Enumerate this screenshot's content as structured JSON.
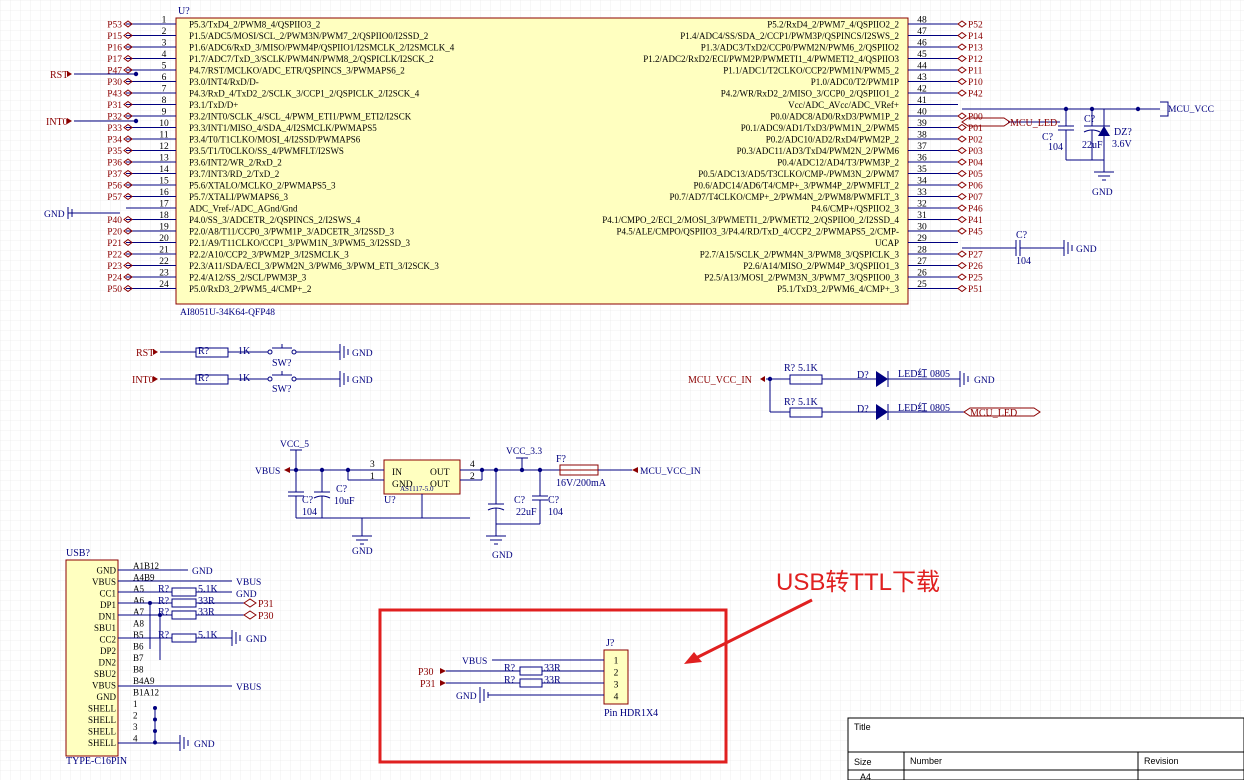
{
  "mcu": {
    "ref": "U?",
    "part": "AI8051U-34K64-QFP48",
    "left_pins": [
      {
        "num": "1",
        "name": "P5.3/TxD4_2/PWM8_4/QSPIIO3_2",
        "net": "P53"
      },
      {
        "num": "2",
        "name": "P1.5/ADC5/MOSI/SCL_2/PWM3N/PWM7_2/QSPIIO0/I2SSD_2",
        "net": "P15"
      },
      {
        "num": "3",
        "name": "P1.6/ADC6/RxD_3/MISO/PWM4P/QSPIIO1/I2SMCLK_2/I2SMCLK_4",
        "net": "P16"
      },
      {
        "num": "4",
        "name": "P1.7/ADC7/TxD_3/SCLK/PWM4N/PWM8_2/QSPICLK/I2SCK_2",
        "net": "P17"
      },
      {
        "num": "5",
        "name": "P4.7/RST/MCLKO/ADC_ETR/QSPINCS_3/PWMAPS6_2",
        "net": "P47"
      },
      {
        "num": "6",
        "name": "P3.0/INT4/RxD/D-",
        "net": "P30"
      },
      {
        "num": "7",
        "name": "P4.3/RxD_4/TxD2_2/SCLK_3/CCP1_2/QSPICLK_2/I2SCK_4",
        "net": "P43"
      },
      {
        "num": "8",
        "name": "P3.1/TxD/D+",
        "net": "P31"
      },
      {
        "num": "9",
        "name": "P3.2/INT0/SCLK_4/SCL_4/PWM_ETI1/PWM_ETI2/I2SCK",
        "net": "P32"
      },
      {
        "num": "10",
        "name": "P3.3/INT1/MISO_4/SDA_4/I2SMCLK/PWMAPS5",
        "net": "P33"
      },
      {
        "num": "11",
        "name": "P3.4/T0/T1CLKO/MOSI_4/I2SSD/PWMAPS6",
        "net": "P34"
      },
      {
        "num": "12",
        "name": "P3.5/T1/T0CLKO/SS_4/PWMFLT/I2SWS",
        "net": "P35"
      },
      {
        "num": "13",
        "name": "P3.6/INT2/WR_2/RxD_2",
        "net": "P36"
      },
      {
        "num": "14",
        "name": "P3.7/INT3/RD_2/TxD_2",
        "net": "P37"
      },
      {
        "num": "15",
        "name": "P5.6/XTALO/MCLKO_2/PWMAPS5_3",
        "net": "P56"
      },
      {
        "num": "16",
        "name": "P5.7/XTALI/PWMAPS6_3",
        "net": "P57"
      },
      {
        "num": "17",
        "name": "ADC_Vref-/ADC_AGnd/Gnd",
        "net": ""
      },
      {
        "num": "18",
        "name": "P4.0/SS_3/ADCETR_2/QSPINCS_2/I2SWS_4",
        "net": "P40"
      },
      {
        "num": "19",
        "name": "P2.0/A8/T11/CCP0_3/PWM1P_3/ADCETR_3/I2SSD_3",
        "net": "P20"
      },
      {
        "num": "20",
        "name": "P2.1/A9/T11CLKO/CCP1_3/PWM1N_3/PWM5_3/I2SSD_3",
        "net": "P21"
      },
      {
        "num": "21",
        "name": "P2.2/A10/CCP2_3/PWM2P_3/I2SMCLK_3",
        "net": "P22"
      },
      {
        "num": "22",
        "name": "P2.3/A11/SDA/ECI_3/PWM2N_3/PWM6_3/PWM_ETI_3/I2SCK_3",
        "net": "P23"
      },
      {
        "num": "23",
        "name": "P2.4/A12/SS_2/SCL/PWM3P_3",
        "net": "P24"
      },
      {
        "num": "24",
        "name": "P5.0/RxD3_2/PWM5_4/CMP+_2",
        "net": "P50"
      }
    ],
    "right_pins": [
      {
        "num": "48",
        "name": "P5.2/RxD4_2/PWM7_4/QSPIIO2_2",
        "net": "P52"
      },
      {
        "num": "47",
        "name": "P1.4/ADC4/SS/SDA_2/CCP1/PWM3P/QSPINCS/I2SWS_2",
        "net": "P14"
      },
      {
        "num": "46",
        "name": "P1.3/ADC3/TxD2/CCP0/PWM2N/PWM6_2/QSPIIO2",
        "net": "P13"
      },
      {
        "num": "45",
        "name": "P1.2/ADC2/RxD2/ECI/PWM2P/PWMETI1_4/PWMETI2_4/QSPIIO3",
        "net": "P12"
      },
      {
        "num": "44",
        "name": "P1.1/ADC1/T2CLKO/CCP2/PWM1N/PWM5_2",
        "net": "P11"
      },
      {
        "num": "43",
        "name": "P1.0/ADC0/T2/PWM1P",
        "net": "P10"
      },
      {
        "num": "42",
        "name": "P4.2/WR/RxD2_2/MISO_3/CCP0_2/QSPIIO1_2",
        "net": "P42"
      },
      {
        "num": "41",
        "name": "Vcc/ADC_AVcc/ADC_VRef+",
        "net": ""
      },
      {
        "num": "40",
        "name": "P0.0/ADC8/AD0/RxD3/PWM1P_2",
        "net": "P00"
      },
      {
        "num": "39",
        "name": "P0.1/ADC9/AD1/TxD3/PWM1N_2/PWM5",
        "net": "P01"
      },
      {
        "num": "38",
        "name": "P0.2/ADC10/AD2/RxD4/PWM2P_2",
        "net": "P02"
      },
      {
        "num": "37",
        "name": "P0.3/ADC11/AD3/TxD4/PWM2N_2/PWM6",
        "net": "P03"
      },
      {
        "num": "36",
        "name": "P0.4/ADC12/AD4/T3/PWM3P_2",
        "net": "P04"
      },
      {
        "num": "35",
        "name": "P0.5/ADC13/AD5/T3CLKO/CMP-/PWM3N_2/PWM7",
        "net": "P05"
      },
      {
        "num": "34",
        "name": "P0.6/ADC14/AD6/T4/CMP+_3/PWM4P_2/PWMFLT_2",
        "net": "P06"
      },
      {
        "num": "33",
        "name": "P0.7/AD7/T4CLKO/CMP+_2/PWM4N_2/PWM8/PWMFLT_3",
        "net": "P07"
      },
      {
        "num": "32",
        "name": "P4.6/CMP+/QSPIIO2_3",
        "net": "P46"
      },
      {
        "num": "31",
        "name": "P4.1/CMPO_2/ECI_2/MOSI_3/PWMETI1_2/PWMETI2_2/QSPIIO0_2/I2SSD_4",
        "net": "P41"
      },
      {
        "num": "30",
        "name": "P4.5/ALE/CMPO/QSPIIO3_3/P4.4/RD/TxD_4/CCP2_2/PWMAPS5_2/CMP-",
        "net": "P45"
      },
      {
        "num": "29",
        "name": "UCAP",
        "net": ""
      },
      {
        "num": "28",
        "name": "P2.7/A15/SCLK_2/PWM4N_3/PWM8_3/QSPICLK_3",
        "net": "P27"
      },
      {
        "num": "27",
        "name": "P2.6/A14/MISO_2/PWM4P_3/QSPIIO1_3",
        "net": "P26"
      },
      {
        "num": "26",
        "name": "P2.5/A13/MOSI_2/PWM3N_3/PWM7_3/QSPIIO0_3",
        "net": "P25"
      },
      {
        "num": "25",
        "name": "P5.1/TxD3_2/PWM6_4/CMP+_3",
        "net": "P51"
      }
    ]
  },
  "nets": {
    "rst": "RST",
    "int0": "INT0",
    "gnd": "GND",
    "mcu_vcc": "MCU_VCC",
    "mcu_vcc_in": "MCU_VCC_IN",
    "mcu_led": "MCU_LED",
    "vbus": "VBUS",
    "vcc_5": "VCC_5",
    "vcc_3v3": "VCC_3.3",
    "p30": "P30",
    "p31": "P31"
  },
  "decoupling": {
    "c1_ref": "C?",
    "c1_val": "104",
    "c2_ref": "C?",
    "c2_val": "22uF",
    "dz_ref": "DZ?",
    "dz_val": "3.6V",
    "ucap_ref": "C?",
    "ucap_val": "104"
  },
  "buttons": [
    {
      "net": "RST",
      "r_ref": "R?",
      "r_val": "1K",
      "sw_ref": "SW?"
    },
    {
      "net": "INT0",
      "r_ref": "R?",
      "r_val": "1K",
      "sw_ref": "SW?"
    }
  ],
  "leds": [
    {
      "r_ref": "R?",
      "r_val": "5.1K",
      "d_ref": "D?",
      "d_val": "LED红 0805",
      "out": "GND"
    },
    {
      "r_ref": "R?",
      "r_val": "5.1K",
      "d_ref": "D?",
      "d_val": "LED红 0805",
      "out": "MCU_LED"
    }
  ],
  "regulator": {
    "ref": "U?",
    "part": "AS1117-5.0",
    "pin_in": "IN",
    "pin_gnd": "GND",
    "pin_out1": "OUT",
    "pin_out2": "OUT",
    "n3": "3",
    "n1": "1",
    "n4": "4",
    "n2": "2",
    "cin1_ref": "C?",
    "cin1_val": "104",
    "cin2_ref": "C?",
    "cin2_val": "10uF",
    "cout1_ref": "C?",
    "cout1_val": "22uF",
    "cout2_ref": "C?",
    "cout2_val": "104",
    "fuse_ref": "F?",
    "fuse_val": "16V/200mA"
  },
  "usb": {
    "ref": "USB?",
    "part": "TYPE-C16PIN",
    "pins": [
      {
        "name": "GND",
        "num": "A1B12"
      },
      {
        "name": "VBUS",
        "num": "A4B9"
      },
      {
        "name": "CC1",
        "num": "A5"
      },
      {
        "name": "DP1",
        "num": "A6"
      },
      {
        "name": "DN1",
        "num": "A7"
      },
      {
        "name": "SBU1",
        "num": "A8"
      },
      {
        "name": "CC2",
        "num": "B5"
      },
      {
        "name": "DP2",
        "num": "B6"
      },
      {
        "name": "DN2",
        "num": "B7"
      },
      {
        "name": "SBU2",
        "num": "B8"
      },
      {
        "name": "VBUS",
        "num": "B4A9"
      },
      {
        "name": "GND",
        "num": "B1A12"
      },
      {
        "name": "SHELL",
        "num": "1"
      },
      {
        "name": "SHELL",
        "num": "2"
      },
      {
        "name": "SHELL",
        "num": "3"
      },
      {
        "name": "SHELL",
        "num": "4"
      }
    ],
    "r1_ref": "R?",
    "r1_val": "5.1K",
    "r2_ref": "R?",
    "r2_val": "33R",
    "r3_ref": "R?",
    "r3_val": "33R",
    "r4_ref": "R?",
    "r4_val": "5.1K"
  },
  "header": {
    "ref": "J?",
    "part": "Pin HDR1X4",
    "pins": [
      "1",
      "2",
      "3",
      "4"
    ],
    "r1_ref": "R?",
    "r1_val": "33R",
    "r2_ref": "R?",
    "r2_val": "33R"
  },
  "annotation": "USB转TTL下载",
  "title_block": {
    "title": "Title",
    "size": "Size",
    "number": "Number",
    "revision": "Revision",
    "size_val": "A4"
  },
  "colors": {
    "wire": "#000080",
    "symbol": "#8b0000",
    "body": "#ffffc0",
    "accent": "#e02020",
    "grid": "#e4e4e4"
  }
}
